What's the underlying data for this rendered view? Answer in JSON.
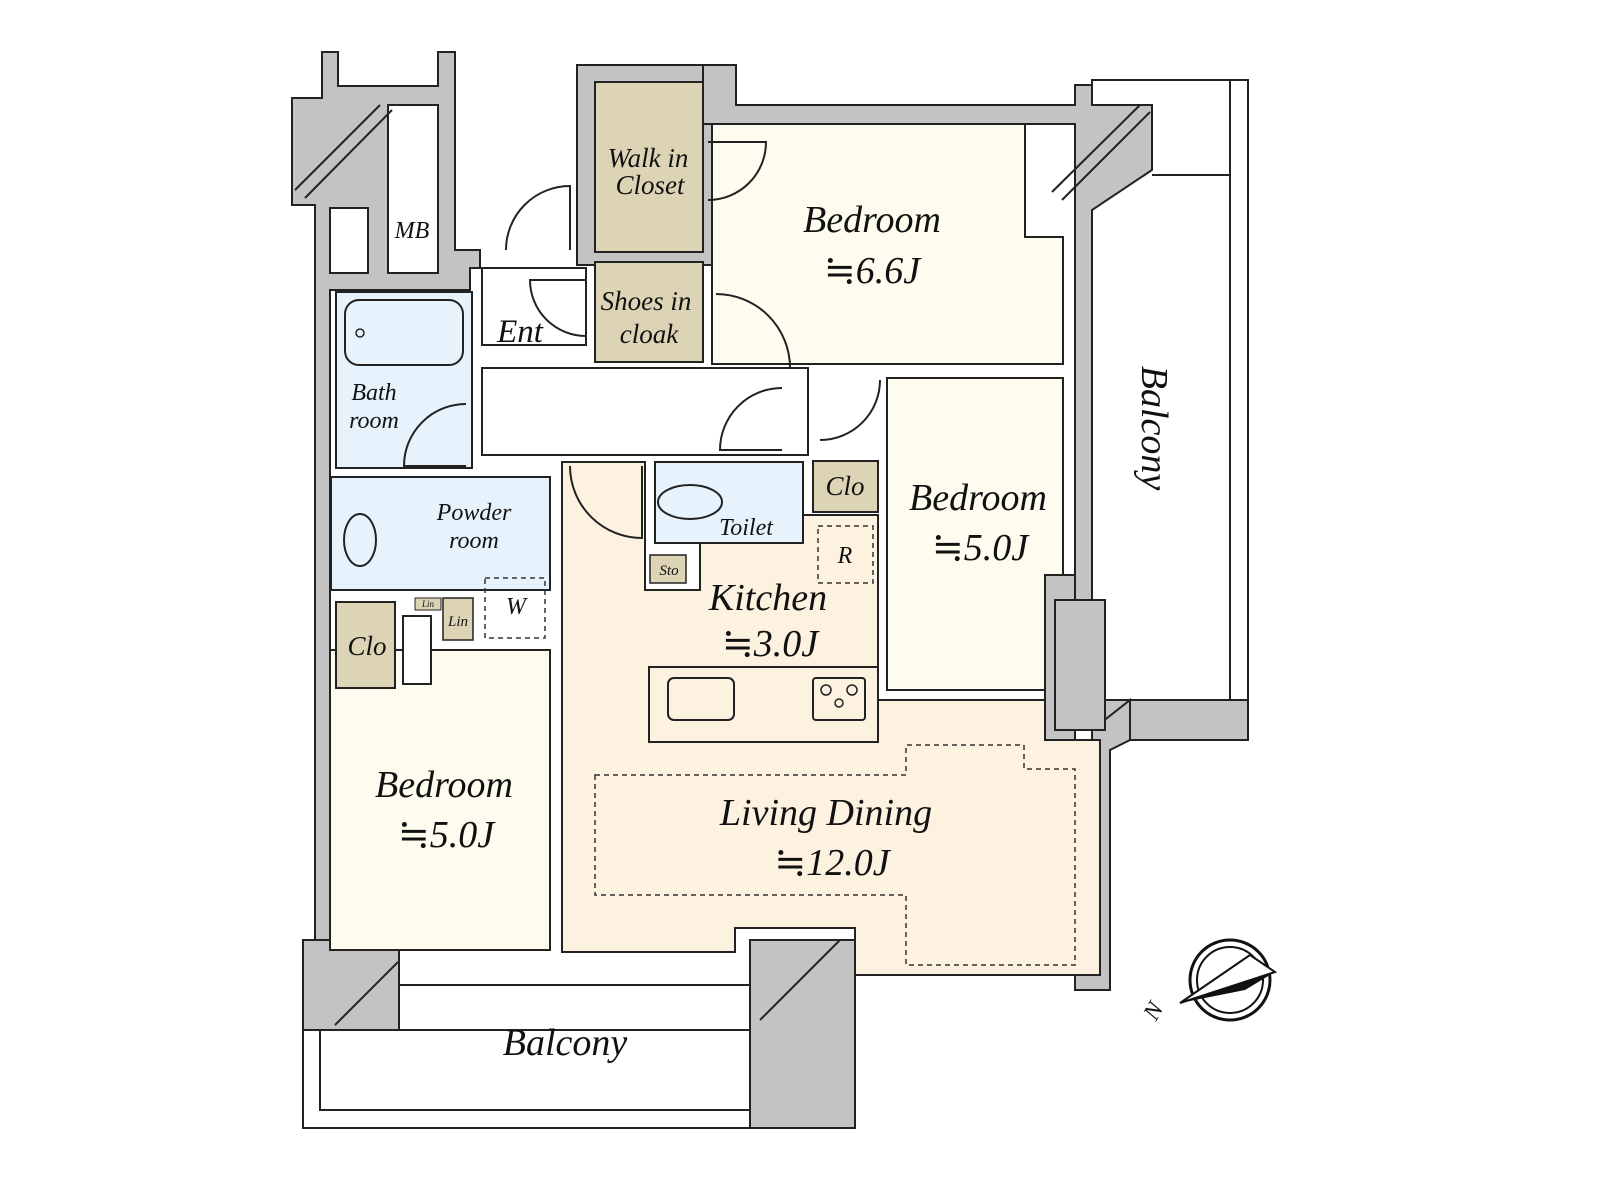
{
  "colors": {
    "wall": "#c3c3c3",
    "bedroom": "#fdfcee",
    "closet": "#ddd4b6",
    "wet_area": "#e6f3fc",
    "living": "#fdf1e0",
    "outline": "#222222"
  },
  "rooms": {
    "walk_in_closet": {
      "line1": "Walk in",
      "line2": "Closet"
    },
    "shoes_in_cloak": {
      "line1": "Shoes in",
      "line2": "cloak"
    },
    "mb": "MB",
    "entrance": "Ent",
    "bath": {
      "line1": "Bath",
      "line2": "room"
    },
    "powder": {
      "line1": "Powder",
      "line2": "room"
    },
    "washer": "W",
    "linen_small": "Lin",
    "linen": "Lin",
    "toilet": "Toilet",
    "storage": "Sto",
    "refrigerator": "R",
    "closet_right": "Clo",
    "closet_left": "Clo",
    "bedroom_top": {
      "name": "Bedroom",
      "size": "≒6.6J"
    },
    "bedroom_right": {
      "name": "Bedroom",
      "size": "≒5.0J"
    },
    "bedroom_left": {
      "name": "Bedroom",
      "size": "≒5.0J"
    },
    "kitchen": {
      "name": "Kitchen",
      "size": "≒3.0J"
    },
    "living_dining": {
      "name": "Living Dining",
      "size": "≒12.0J"
    },
    "balcony_bottom": "Balcony",
    "balcony_right": "Balcony"
  },
  "compass": {
    "north_label": "N",
    "icon": "compass-icon"
  }
}
